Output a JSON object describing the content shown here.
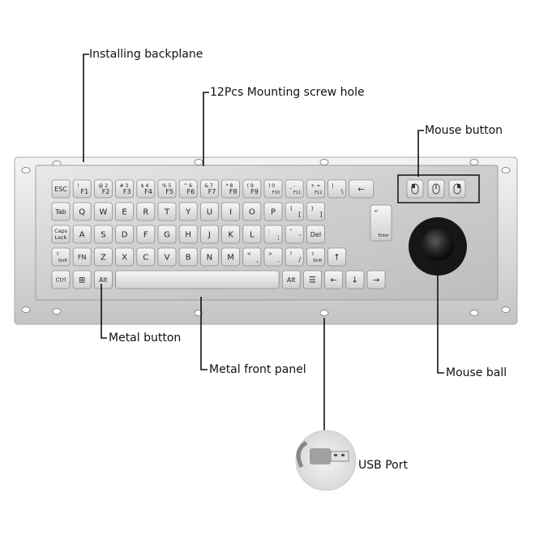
{
  "callouts": {
    "backplane": "Installing backplane",
    "screw_hole": "12Pcs Mounting screw hole",
    "mouse_button": "Mouse button",
    "metal_button": "Metal button",
    "front_panel": "Metal front panel",
    "mouse_ball": "Mouse ball",
    "usb_port": "USB Port"
  },
  "keyboard": {
    "rows": [
      [
        {
          "main": "ESC",
          "w": 1
        },
        {
          "main": "F1",
          "sub": "!",
          "w": 1
        },
        {
          "main": "F2",
          "sub": "@ 2",
          "w": 1
        },
        {
          "main": "F3",
          "sub": "# 3",
          "w": 1
        },
        {
          "main": "F4",
          "sub": "$ 4",
          "w": 1
        },
        {
          "main": "F5",
          "sub": "% 5",
          "w": 1
        },
        {
          "main": "F6",
          "sub": "^ 6",
          "w": 1
        },
        {
          "main": "F7",
          "sub": "& 7",
          "w": 1
        },
        {
          "main": "F8",
          "sub": "* 8",
          "w": 1
        },
        {
          "main": "F9",
          "sub": "( 9",
          "w": 1
        },
        {
          "main": "F10",
          "sub": ") 0",
          "w": 1
        },
        {
          "main": "F11",
          "sub": "_ -",
          "w": 1
        },
        {
          "main": "F12",
          "sub": "+ =",
          "w": 1
        },
        {
          "main": "\\",
          "sub": "|",
          "w": 1
        },
        {
          "main": "←",
          "w": 1.3
        }
      ],
      [
        {
          "main": "Tab",
          "w": 1
        },
        {
          "main": "Q",
          "w": 1
        },
        {
          "main": "W",
          "w": 1
        },
        {
          "main": "E",
          "w": 1
        },
        {
          "main": "R",
          "w": 1
        },
        {
          "main": "T",
          "w": 1
        },
        {
          "main": "Y",
          "w": 1
        },
        {
          "main": "U",
          "w": 1
        },
        {
          "main": "I",
          "w": 1
        },
        {
          "main": "O",
          "w": 1
        },
        {
          "main": "P",
          "w": 1
        },
        {
          "main": "[",
          "sub": "{",
          "w": 1
        },
        {
          "main": "]",
          "sub": "}",
          "w": 1
        }
      ],
      [
        {
          "main": "Caps Lock",
          "w": 1
        },
        {
          "main": "A",
          "w": 1
        },
        {
          "main": "S",
          "w": 1
        },
        {
          "main": "D",
          "w": 1
        },
        {
          "main": "F",
          "w": 1
        },
        {
          "main": "G",
          "w": 1
        },
        {
          "main": "H",
          "w": 1
        },
        {
          "main": "J",
          "w": 1
        },
        {
          "main": "K",
          "w": 1
        },
        {
          "main": "L",
          "w": 1
        },
        {
          "main": ";",
          "sub": ":",
          "w": 1
        },
        {
          "main": "'",
          "sub": "\"",
          "w": 1
        },
        {
          "main": "Del",
          "w": 1
        }
      ],
      [
        {
          "main": "Shift",
          "sub": "⇧",
          "w": 1
        },
        {
          "main": "FN",
          "w": 1,
          "accent": true
        },
        {
          "main": "Z",
          "w": 1
        },
        {
          "main": "X",
          "w": 1
        },
        {
          "main": "C",
          "w": 1
        },
        {
          "main": "V",
          "w": 1
        },
        {
          "main": "B",
          "w": 1
        },
        {
          "main": "N",
          "w": 1
        },
        {
          "main": "M",
          "w": 1
        },
        {
          "main": ",",
          "sub": "<",
          "w": 1
        },
        {
          "main": ".",
          "sub": ">",
          "w": 1
        },
        {
          "main": "/",
          "sub": "?",
          "w": 1
        },
        {
          "main": "Shift",
          "sub": "⇧",
          "w": 1
        },
        {
          "main": "↑",
          "w": 1
        }
      ],
      [
        {
          "main": "Ctrl",
          "w": 1
        },
        {
          "main": "⊞",
          "w": 1
        },
        {
          "main": "Alt",
          "w": 1
        },
        {
          "main": "",
          "w": 7.85,
          "space": true
        },
        {
          "main": "Alt",
          "w": 1
        },
        {
          "main": "☰",
          "w": 1
        },
        {
          "main": "←",
          "w": 1
        },
        {
          "main": "↓",
          "w": 1
        },
        {
          "main": "→",
          "w": 1
        }
      ]
    ],
    "enter_key": {
      "main": "Enter",
      "sub": "↵"
    },
    "mouse_buttons": [
      "left",
      "middle",
      "right"
    ]
  },
  "colors": {
    "metal_light": "#eeeeee",
    "metal_dark": "#b9b9b9",
    "key_face": "#ececec",
    "accent_fn": "#3a55b0",
    "line": "#111111"
  }
}
